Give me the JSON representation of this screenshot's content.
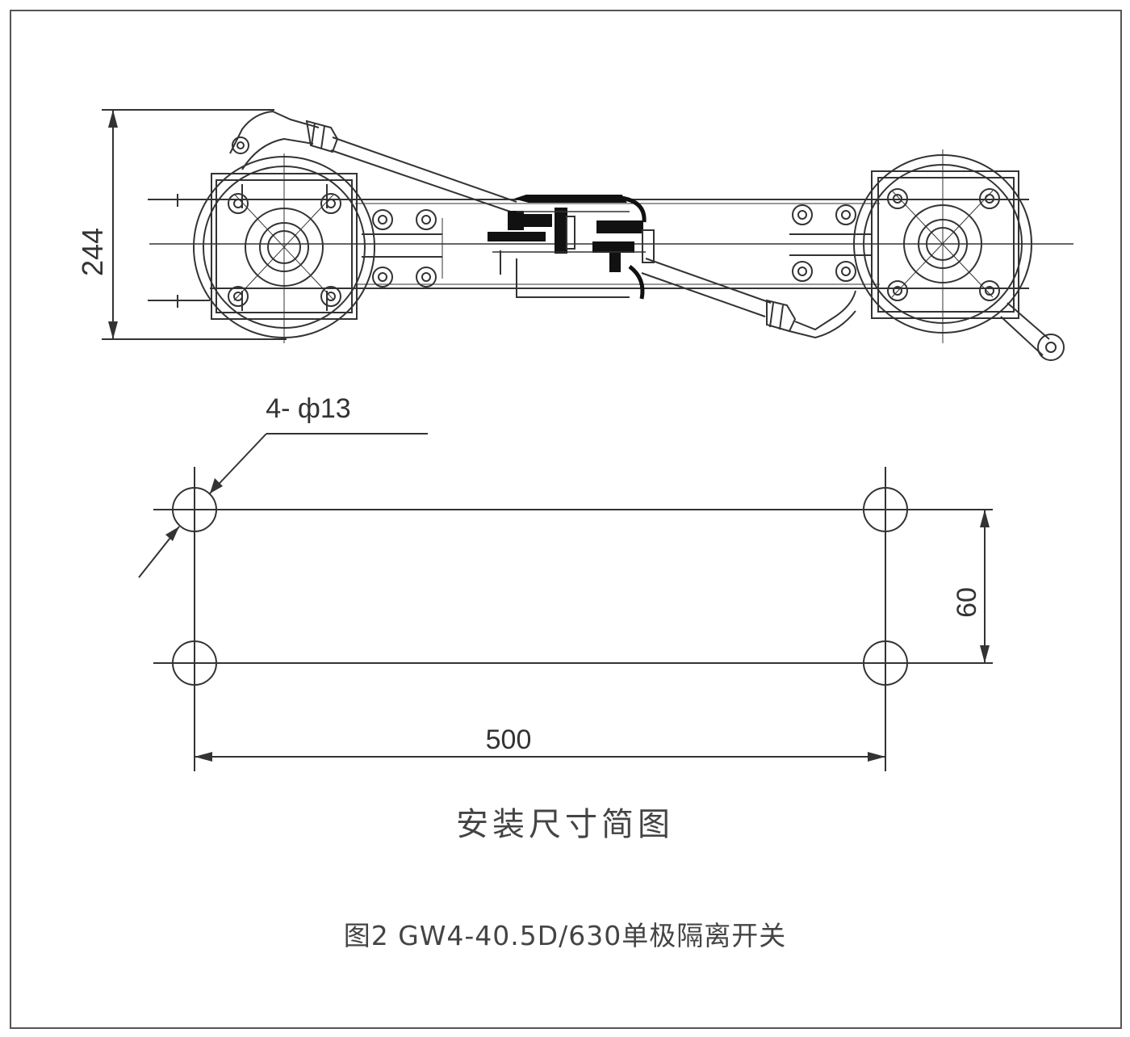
{
  "drawing": {
    "section_caption": "安装尺寸简图",
    "figure_caption": "图2 GW4-40.5D/630单极隔离开关",
    "dimensions": {
      "height": "244",
      "hole_spec": "4- ф13",
      "hole_spacing_vertical": "60",
      "hole_spacing_horizontal": "500"
    }
  },
  "colors": {
    "line": "#333333",
    "fill_dark": "#111111",
    "frame": "#555555"
  }
}
